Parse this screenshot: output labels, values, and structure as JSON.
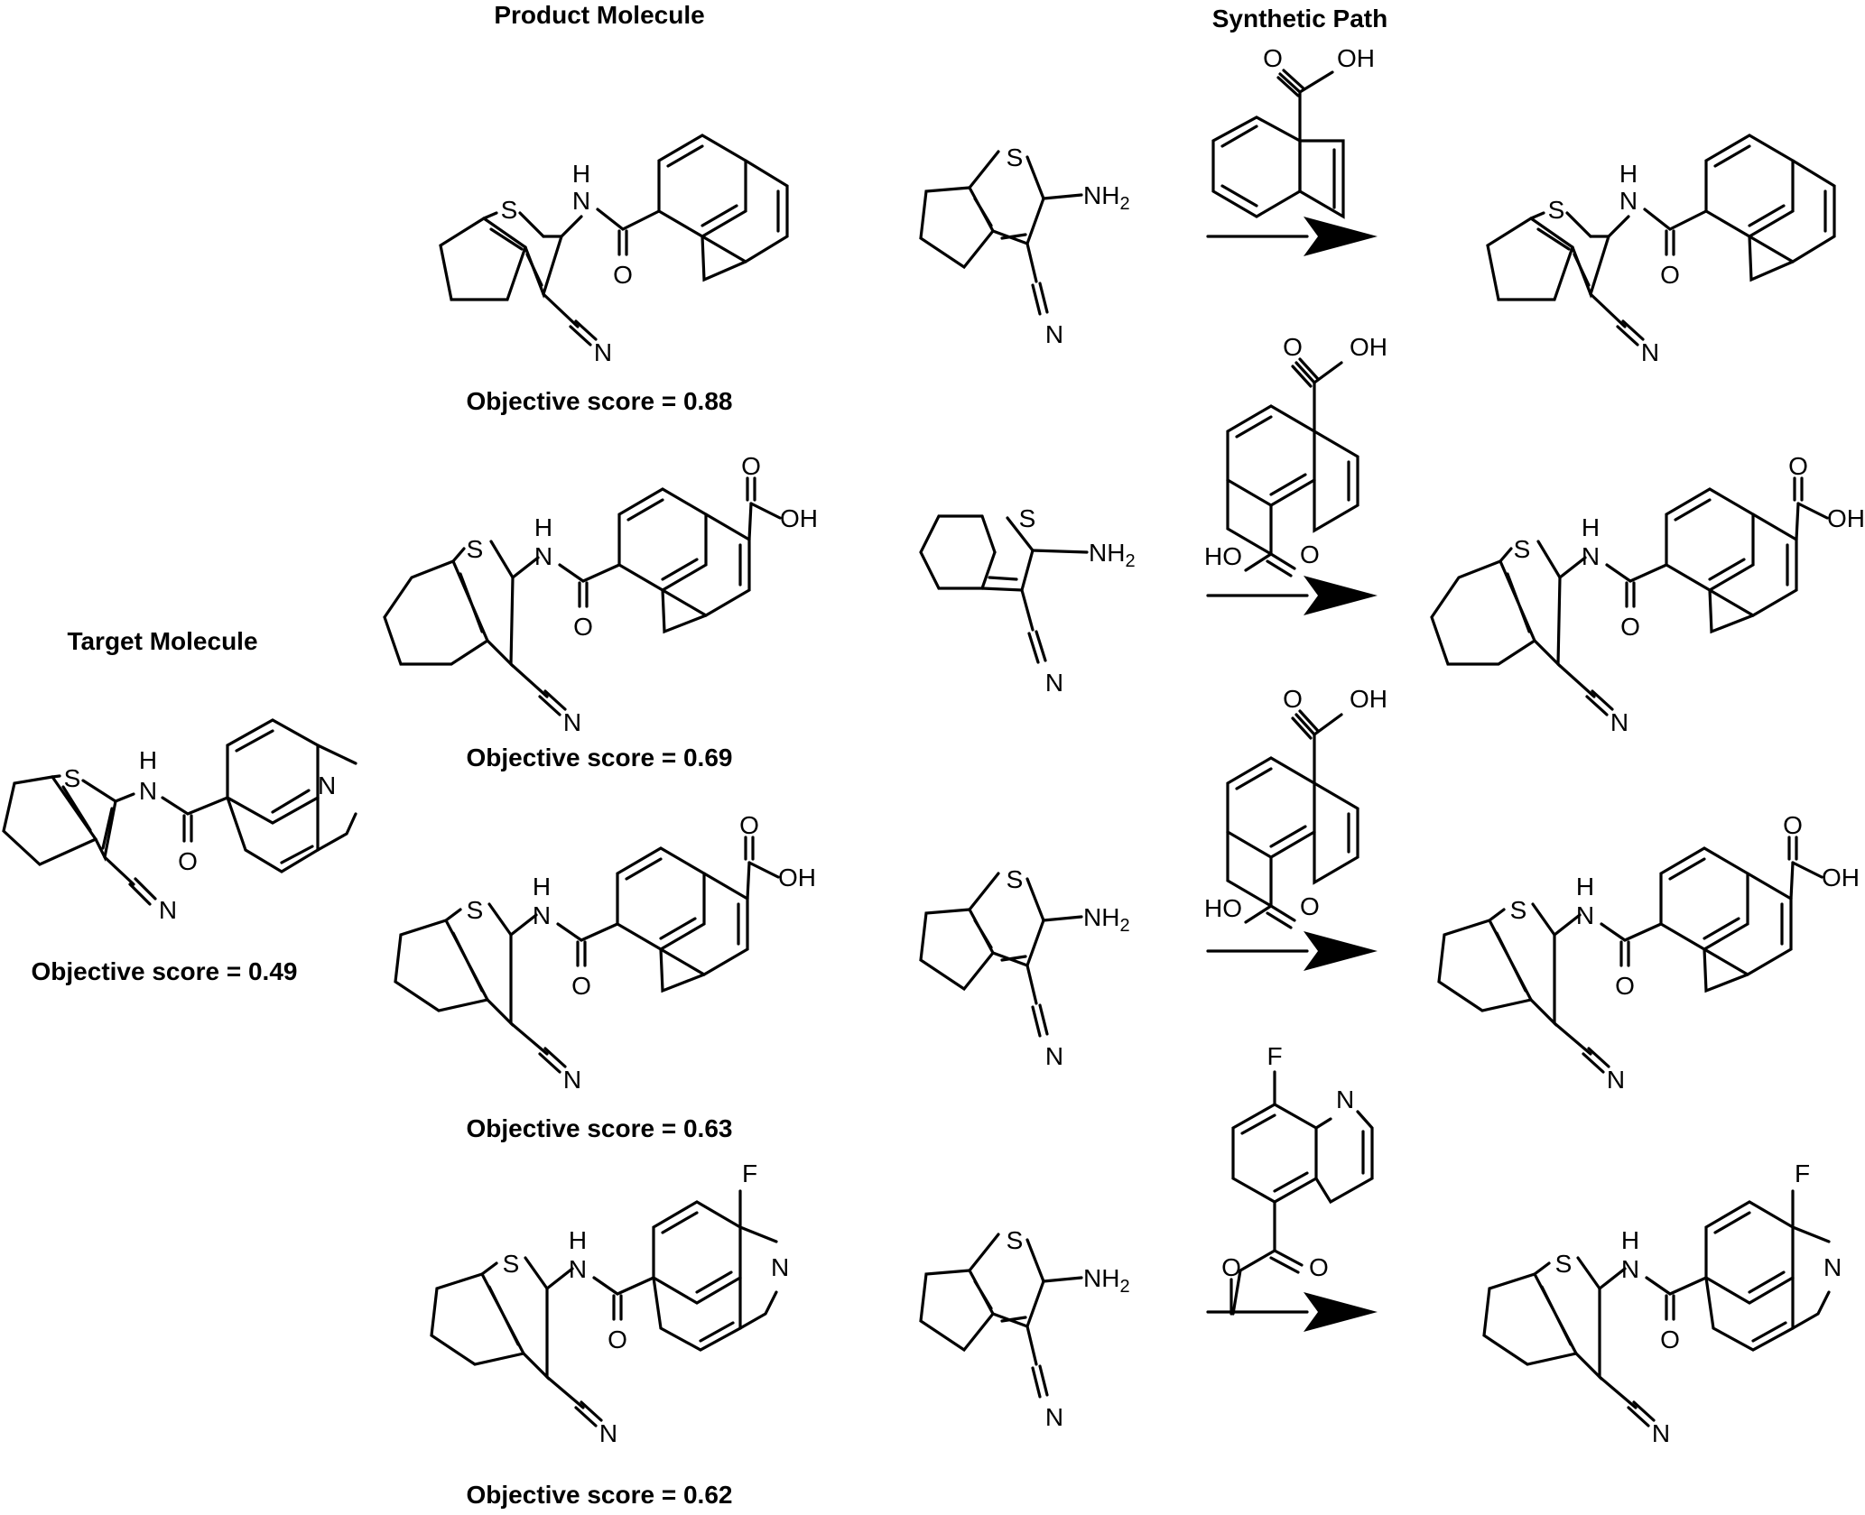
{
  "headers": {
    "target": "Target Molecule",
    "product": "Product Molecule",
    "path": "Synthetic Path"
  },
  "target": {
    "score": "Objective score = 0.49"
  },
  "rows": [
    {
      "score": "Objective score = 0.88"
    },
    {
      "score": "Objective score = 0.69"
    },
    {
      "score": "Objective score = 0.63"
    },
    {
      "score": "Objective score = 0.62"
    }
  ],
  "atoms": {
    "S": "S",
    "H": "H",
    "N": "N",
    "O": "O",
    "F": "F",
    "NH": "NH",
    "NH2": "NH",
    "NH2_sub": "2",
    "OH": "OH",
    "HO": "HO"
  },
  "colors": {
    "ink": "#000000",
    "background": "#ffffff"
  }
}
